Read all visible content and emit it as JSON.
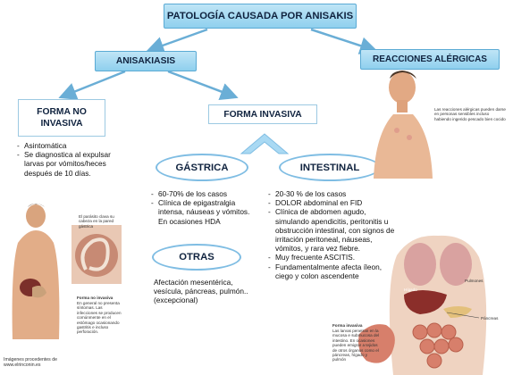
{
  "title": "PATOLOGÍA CAUSADA POR ANISAKIS",
  "anisakiasis": "ANISAKIASIS",
  "reacciones": "REACCIONES ALÉRGICAS",
  "forma_no_invasiva": {
    "label": "FORMA NO INVASIVA",
    "items": [
      "Asintomática",
      "Se diagnostica al expulsar larvas por vómitos/heces después de 10 días."
    ]
  },
  "forma_invasiva": {
    "label": "FORMA INVASIVA"
  },
  "gastrica": {
    "label": "GÁSTRICA",
    "items": [
      "60-70% de los casos",
      "Clínica de epigastralgia intensa, náuseas y vómitos. En ocasiones HDA"
    ]
  },
  "intestinal": {
    "label": "INTESTINAL",
    "items": [
      "20-30 % de los casos",
      "DOLOR abdominal en FID",
      "Clínica de abdomen agudo, simulando apendicitis, peritonitis u obstrucción intestinal, con signos de irritación peritoneal, náuseas, vómitos, y rara vez fiebre.",
      "Muy frecuente ASCITIS.",
      "Fundamentalmente afecta íleon, ciego y colon ascendente"
    ]
  },
  "otras": {
    "label": "OTRAS",
    "text": "Afectación mesentérica, vesícula, páncreas, pulmón..(excepcional)"
  },
  "captions": {
    "allergy": "Las reacciones alérgicas pueden darse en personas sensibles incluso habiendo ingerido pescado bien cocido",
    "parasite": "El parásito clava su cabeza en la pared gástrica",
    "non_invasive": "Forma no invasiva",
    "non_invasive_text": "En general no presenta síntomas. Las infecciones se producen comúnmente en el estómago ocasionando gastritis e incluso perforación.",
    "invasive": "Forma invasiva",
    "invasive_text": "Las larvas penetran en la mucosa e submucosa del intestino. En ocasiones pueden emigrar a tejidos de otros órganos como el páncreas, hígado y pulmón",
    "pancreas": "Páncreas",
    "pulmones": "Pulmones",
    "higado": "Hígado",
    "source": "Imágenes procedentes de www.elrinconin.es"
  },
  "colors": {
    "box_fill": "#9fd8f2",
    "box_border": "#5aaad4",
    "outline": "#7fbde3",
    "arrow": "#6aaed6",
    "text": "#10233f"
  }
}
